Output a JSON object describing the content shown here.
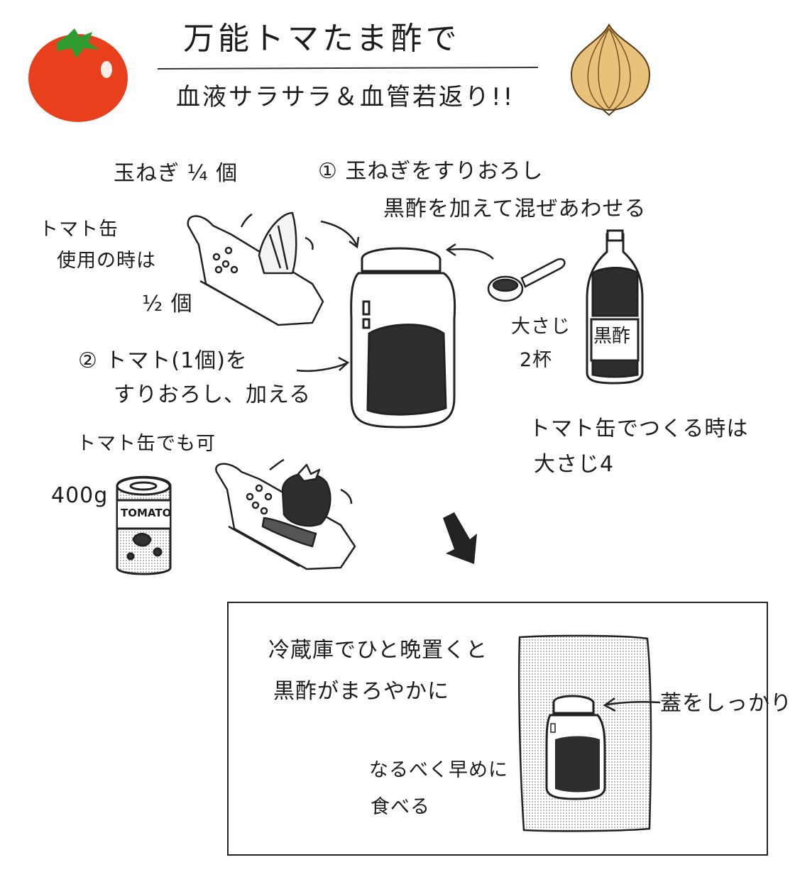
{
  "header": {
    "title": "万能トマたま酢で",
    "subtitle": "血液サラサラ＆血管若返り!!"
  },
  "ingredients": {
    "onion_amount": "玉ねぎ ¼ 個",
    "canned_tomato_note_line1": "トマト缶",
    "canned_tomato_note_line2": "使用の時は",
    "canned_tomato_note_line3": "½ 個",
    "vinegar_amount_line1": "大さじ",
    "vinegar_amount_line2": "2杯",
    "vinegar_label": "黒酢",
    "can_weight": "400g",
    "can_label": "TOMATO"
  },
  "steps": {
    "step1_line1": "① 玉ねぎをすりおろし",
    "step1_line2": "黒酢を加えて混ぜあわせる",
    "step2_line1": "② トマト(1個)を",
    "step2_line2": "すりおろし、加える",
    "step2_alt": "トマト缶でも可",
    "canned_vinegar_line1": "トマト缶でつくる時は",
    "canned_vinegar_line2": "大さじ4"
  },
  "storage_box": {
    "line1": "冷蔵庫でひと晩置くと",
    "line2": "黒酢がまろやかに",
    "lid_note": "蓋をしっかり",
    "eat_line1": "なるべく早めに",
    "eat_line2": "食べる"
  },
  "colors": {
    "tomato": "#e8401c",
    "tomato_leaf": "#2f9a2f",
    "onion": "#e8c27a",
    "ink": "#1c1c1c"
  }
}
